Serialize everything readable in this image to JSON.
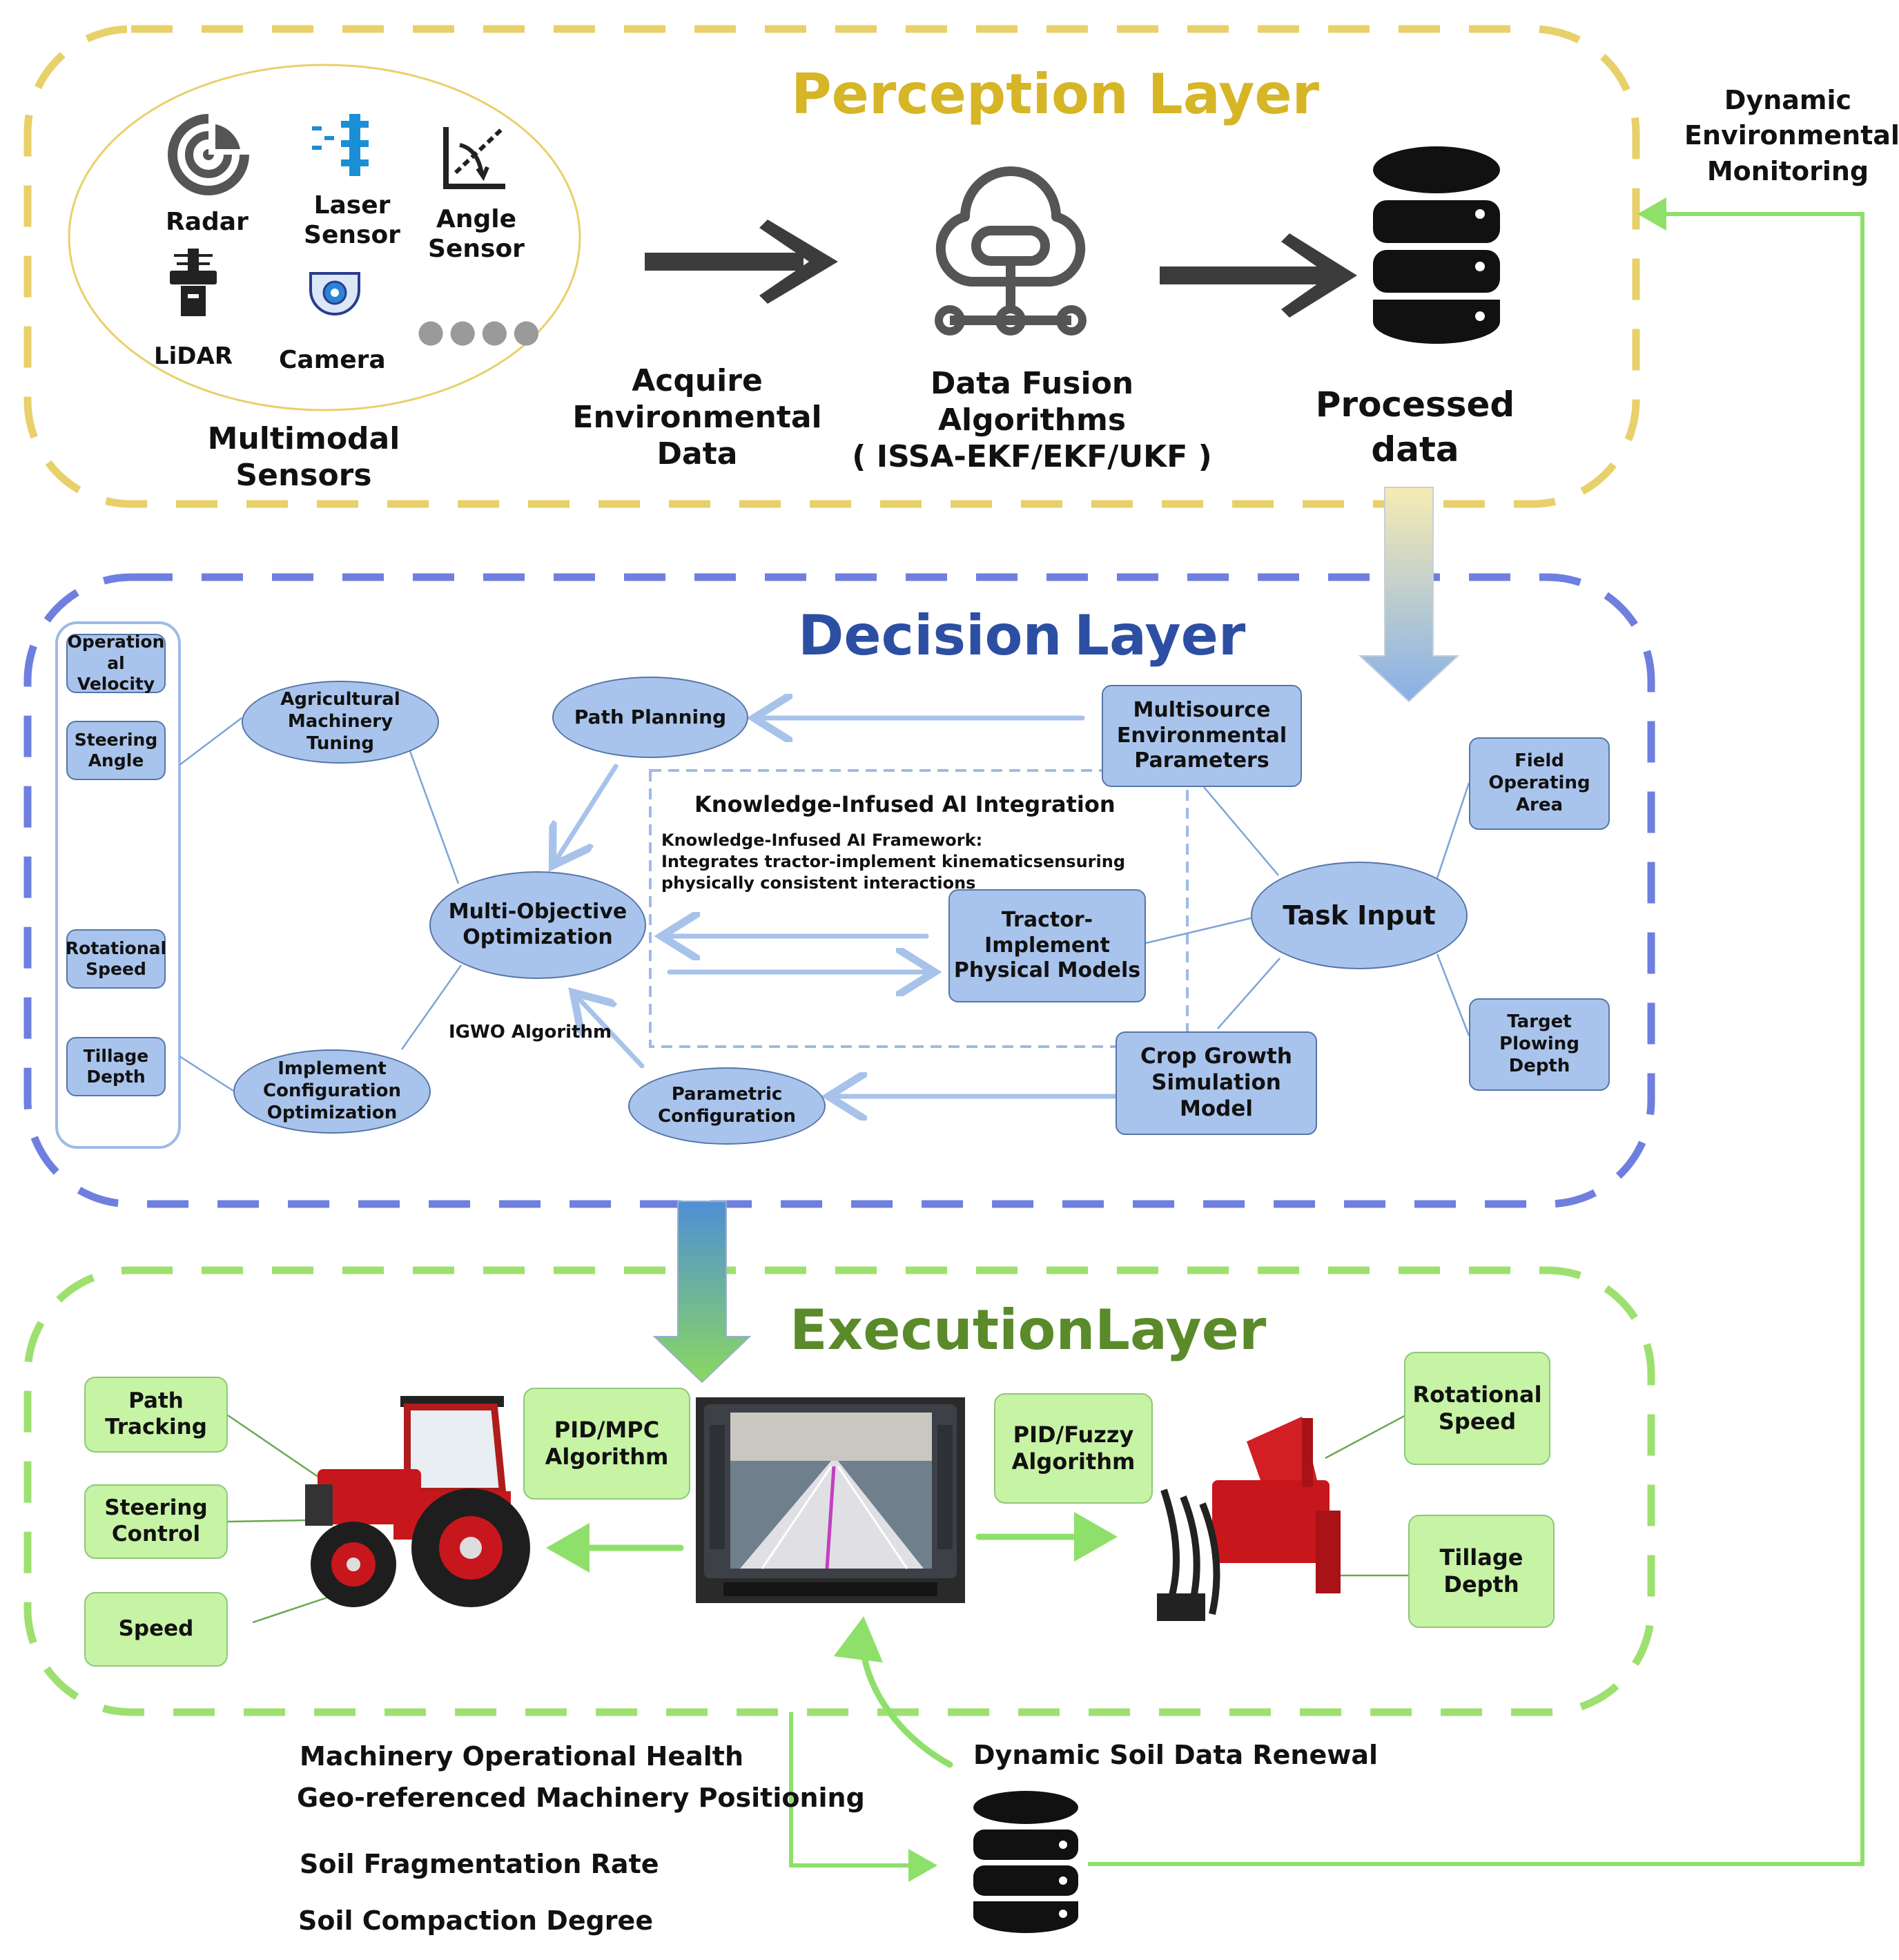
{
  "perception": {
    "title": "Perception Layer",
    "title_color": "#d6b526",
    "sensors": [
      {
        "label": "Radar",
        "icon": "radar-icon"
      },
      {
        "label": "Laser\nSensor",
        "icon": "laser-sensor-icon"
      },
      {
        "label": "Angle\nSensor",
        "icon": "angle-sensor-icon"
      },
      {
        "label": "LiDAR",
        "icon": "lidar-icon"
      },
      {
        "label": "Camera",
        "icon": "camera-icon"
      }
    ],
    "more_symbol": "●●●●",
    "sensors_caption": "Multimodal\nSensors",
    "acquire_caption": "Acquire\nEnvironmental Data",
    "fusion_caption": "Data Fusion Algorithms\n( ISSA-EKF/EKF/UKF )",
    "processed_caption": "Processed\ndata"
  },
  "side_label": "Dynamic\nEnvironmental\nMonitoring",
  "decision": {
    "title_words": [
      "Decision",
      "Layer"
    ],
    "title_color": "#2c4fa3",
    "params": [
      "Operation\nal Velocity",
      "Steering\nAngle",
      "Rotational\nSpeed",
      "Tillage\nDepth"
    ],
    "agri_tuning": "Agricultural\nMachinery\nTuning",
    "path_planning": "Path Planning",
    "multi_obj": "Multi-Objective\nOptimization",
    "impl_config": "Implement\nConfiguration\nOptimization",
    "igwo": "IGWO Algorithm",
    "param_config": "Parametric\nConfiguration",
    "ka_title": "Knowledge-Infused AI Integration",
    "ka_text": "Knowledge-Infused AI Framework:\n Integrates tractor-implement kinematicsensuring physically consistent interactions",
    "tractor_models": "Tractor-\nImplement\nPhysical Models",
    "multisource": "Multisource\nEnvironmental\nParameters",
    "task_input": "Task Input",
    "crop_growth": "Crop Growth\nSimulation Model",
    "field_area": "Field\nOperating Area",
    "target_depth": "Target Plowing\nDepth"
  },
  "execution": {
    "title_words": [
      "Execution",
      "Layer"
    ],
    "title_color": "#5a8a2a",
    "left_boxes": [
      "Path\nTracking",
      "Steering\nControl",
      "Speed"
    ],
    "pid_mpc": "PID/MPC\nAlgorithm",
    "pid_fuzzy": "PID/Fuzzy\nAlgorithm",
    "right_boxes": [
      "Rotational\nSpeed",
      "Tillage\nDepth"
    ],
    "tractor_icon": "tractor-icon",
    "terminal_icon": "navigation-terminal-icon",
    "rotary_icon": "rotary-tiller-icon"
  },
  "feedback": {
    "items": [
      "Machinery Operational Health",
      "Geo-referenced Machinery Positioning",
      "Soil Fragmentation Rate",
      "Soil Compaction Degree"
    ],
    "soil_renewal": "Dynamic Soil Data Renewal"
  },
  "colors": {
    "perception_border": "#e8d06a",
    "decision_border": "#6e7fe0",
    "execution_border": "#9ee070",
    "feedback_line": "#8ee06a"
  }
}
